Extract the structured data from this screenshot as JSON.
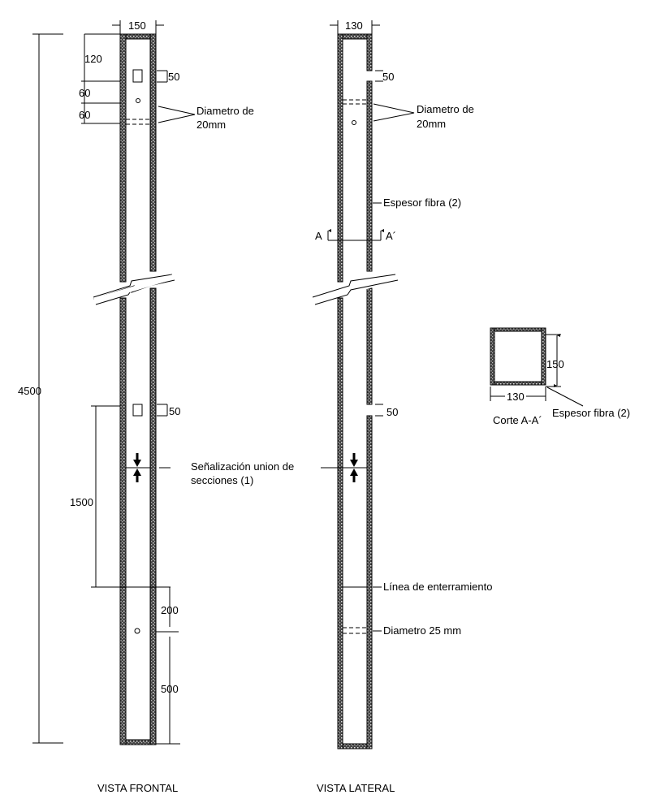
{
  "frontal": {
    "title": "VISTA FRONTAL",
    "width_dim": "150",
    "total_dim": "4500",
    "dim_120": "120",
    "dim_60a": "60",
    "dim_60b": "60",
    "slot_top_dim": "50",
    "hole_label_1": "Diametro de",
    "hole_label_2": "20mm",
    "slot_bottom_dim": "50",
    "joint_label_1": "Señalización union de",
    "joint_label_2": "secciones (1)",
    "dim_1500": "1500",
    "dim_200": "200",
    "dim_500": "500"
  },
  "lateral": {
    "title": "VISTA LATERAL",
    "width_dim": "130",
    "notch_top_dim": "50",
    "hole_label_1": "Diametro de",
    "hole_label_2": "20mm",
    "thickness_label": "Espesor fibra (2)",
    "section_left": "A",
    "section_right": "A´",
    "notch_bottom_dim": "50",
    "burial_label": "Línea de enterramiento",
    "hole25_label": "Diametro 25 mm"
  },
  "section": {
    "title": "Corte A-A´",
    "height_dim": "150",
    "width_dim": "130",
    "thickness_label": "Espesor fibra (2)"
  }
}
